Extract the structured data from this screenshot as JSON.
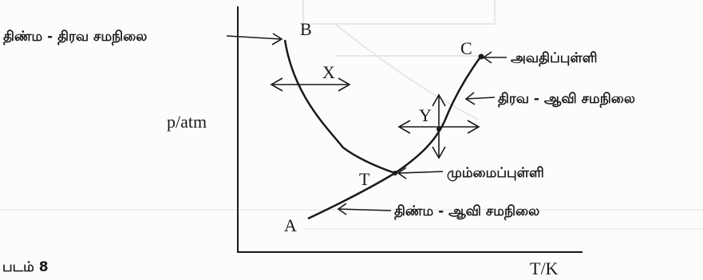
{
  "diagram": {
    "axes": {
      "y_label": "p/atm",
      "x_label": "T/K"
    },
    "points": {
      "A": "A",
      "B": "B",
      "C": "C",
      "T": "T",
      "X": "X",
      "Y": "Y"
    },
    "labels": {
      "solid_liquid": "திண்ம - திரவ சமநிலை",
      "critical_point": "அவதிப்புள்ளி",
      "liquid_vapour": "திரவ - ஆவி சமநிலை",
      "triple_point": "மும்மைப்புள்ளி",
      "solid_vapour": "திண்ம - ஆவி சமநிலை"
    },
    "figure_caption": "படம் 8"
  }
}
